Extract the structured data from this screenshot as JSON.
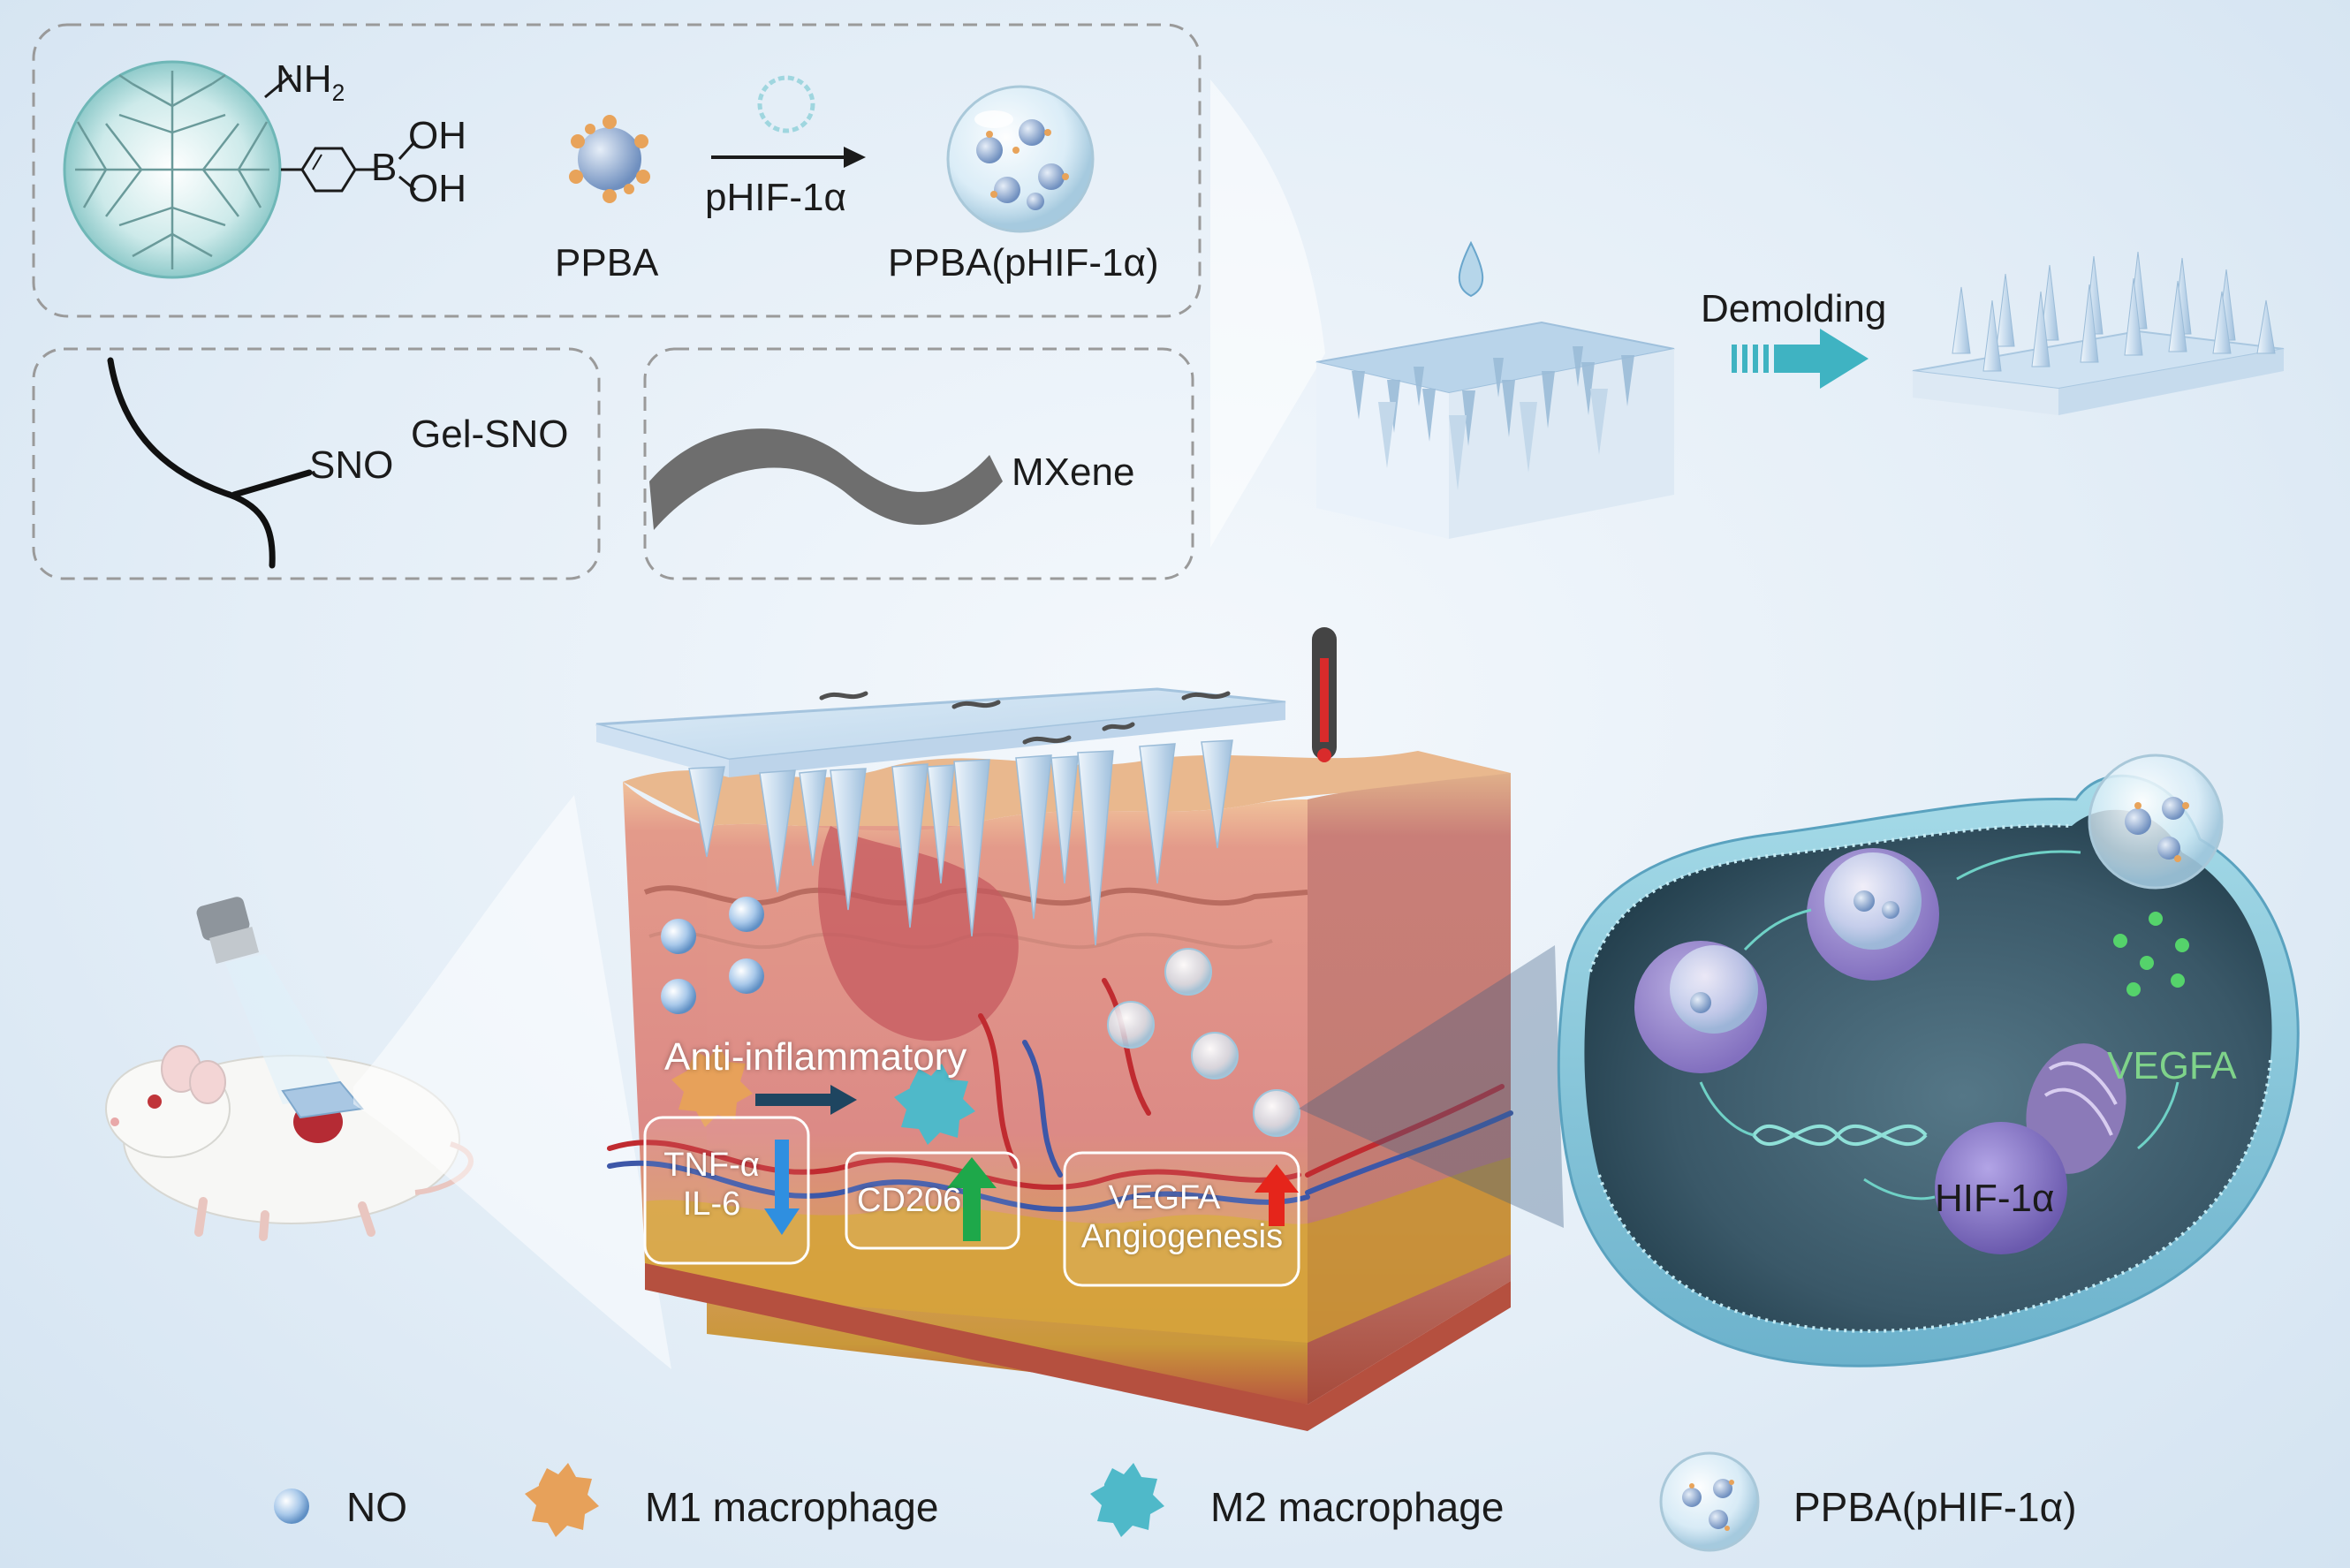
{
  "synthesis": {
    "nh2_main": "NH",
    "nh2_sub": "2",
    "b_label": "B",
    "oh_top": "OH",
    "oh_bottom": "OH",
    "ppba": "PPBA",
    "arrow_label": "pHIF-1α",
    "loaded": "PPBA(pHIF-1α)",
    "sno": "SNO",
    "gel_sno": "Gel-SNO",
    "mxene": "MXene"
  },
  "fabrication": {
    "demolding": "Demolding"
  },
  "skin_section": {
    "anti_inflammatory": "Anti-inflammatory",
    "box1_line1": "TNF-α",
    "box1_line2": "IL-6",
    "box2": "CD206",
    "box3_line1": "VEGFA",
    "box3_line2": "Angiogenesis"
  },
  "cell": {
    "vegfa": "VEGFA",
    "hif": "HIF-1α"
  },
  "legend": {
    "no": "NO",
    "m1": "M1 macrophage",
    "m2": "M2 macrophage",
    "ppba_phif": "PPBA(pHIF-1α)"
  },
  "colors": {
    "panel_border": "#9a9a9a",
    "dendrimer": "#bfe3e3",
    "arrow_teal": "#3fb3c2",
    "arrow_down_blue": "#2f8fe0",
    "arrow_up_green": "#1ea84a",
    "arrow_up_red": "#e5251b",
    "skin": "#d98a84",
    "fat": "#d8a43a",
    "cell_membrane": "#7fc2d8",
    "cell_interior": "#3e5d6e"
  }
}
